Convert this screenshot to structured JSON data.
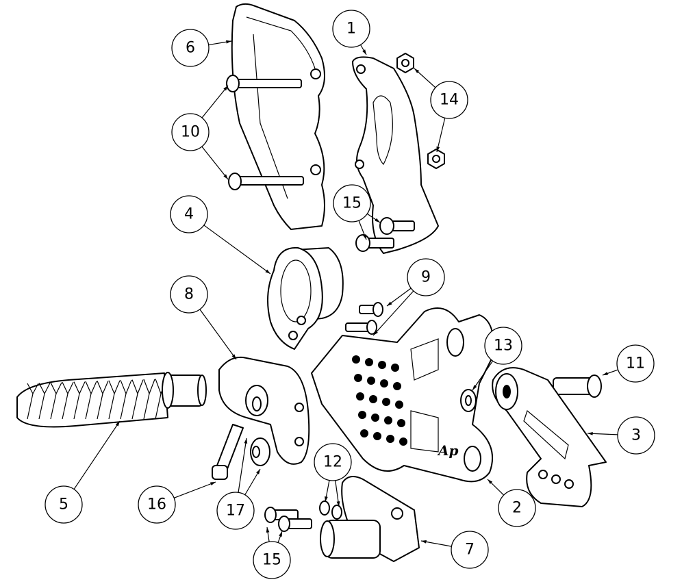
{
  "diagram": {
    "type": "exploded-assembly",
    "callouts": [
      {
        "label": "1"
      },
      {
        "label": "6"
      },
      {
        "label": "14"
      },
      {
        "label": "10"
      },
      {
        "label": "15"
      },
      {
        "label": "4"
      },
      {
        "label": "9"
      },
      {
        "label": "8"
      },
      {
        "label": "13"
      },
      {
        "label": "11"
      },
      {
        "label": "3"
      },
      {
        "label": "5"
      },
      {
        "label": "16"
      },
      {
        "label": "17"
      },
      {
        "label": "12"
      },
      {
        "label": "2"
      },
      {
        "label": "15"
      },
      {
        "label": "7"
      }
    ]
  }
}
